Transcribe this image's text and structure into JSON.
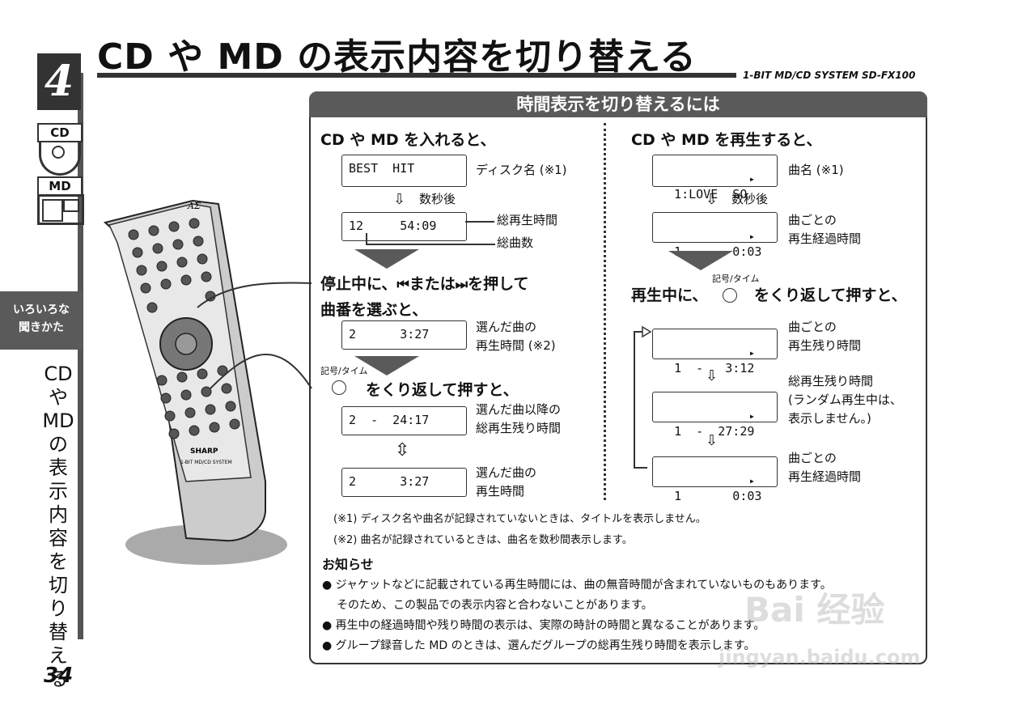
{
  "header": {
    "title": "CD や MD の表示内容を切り替える",
    "model": "1-BIT MD/CD SYSTEM  SD-FX100"
  },
  "sidebar": {
    "chapter": "4",
    "cd_label": "CD",
    "md_label": "MD",
    "section_label_1": "いろいろな",
    "section_label_2": "聞きかた",
    "vertical_title": "CDやMDの表示内容を切り替える",
    "page_number": "34"
  },
  "remote": {
    "logo": "AΣ",
    "brand": "SHARP",
    "system_label": "1-BIT MD/CD SYSTEM"
  },
  "section": {
    "title": "時間表示を切り替えるには"
  },
  "left_col": {
    "heading1": "CD や MD を入れると、",
    "lcd1": "BEST  HIT",
    "lcd1_note": "ディスク名 (※1)",
    "wait": "数秒後",
    "lcd2": "12     54:09",
    "lcd2_note_a": "総再生時間",
    "lcd2_note_b": "総曲数",
    "heading2a_1": "停止中に、",
    "heading2a_2": "または",
    "heading2a_3": "を押して",
    "heading2b": "曲番を選ぶと、",
    "lcd3": "2      3:27",
    "lcd3_note_1": "選んだ曲の",
    "lcd3_note_2": "再生時間 (※2)",
    "button_label": "記号/タイム",
    "heading3": "をくり返して押すと、",
    "lcd4": "2  -  24:17",
    "lcd4_note_1": "選んだ曲以降の",
    "lcd4_note_2": "総再生残り時間",
    "lcd5": "2      3:27",
    "lcd5_note_1": "選んだ曲の",
    "lcd5_note_2": "再生時間"
  },
  "right_col": {
    "heading1": "CD や MD を再生すると、",
    "lcd1": "1:LOVE  SO",
    "lcd1_note": "曲名 (※1)",
    "wait": "数秒後",
    "lcd2": "1       0:03",
    "lcd2_note_1": "曲ごとの",
    "lcd2_note_2": "再生経過時間",
    "heading2_1": "再生中に、",
    "button_label": "記号/タイム",
    "heading2_2": "をくり返して押すと、",
    "lcd3": "1  -   3:12",
    "lcd3_note_1": "曲ごとの",
    "lcd3_note_2": "再生残り時間",
    "lcd4": "1  -  27:29",
    "lcd4_note_1": "総再生残り時間",
    "lcd4_note_2": "(ランダム再生中は、",
    "lcd4_note_3": "表示しません。)",
    "lcd5": "1       0:03",
    "lcd5_note_1": "曲ごとの",
    "lcd5_note_2": "再生経過時間"
  },
  "footnotes": {
    "n1": "(※1) ディスク名や曲名が記録されていないときは、タイトルを表示しません。",
    "n2": "(※2) 曲名が記録されているときは、曲名を数秒間表示します。"
  },
  "notice": {
    "title": "お知らせ",
    "b1_1": "ジャケットなどに記載されている再生時間には、曲の無音時間が含まれていないものもあります。",
    "b1_2": "そのため、この製品での表示内容と合わないことがあります。",
    "b2": "再生中の経過時間や残り時間の表示は、実際の時計の時間と異なることがあります。",
    "b3": "グループ録音した MD のときは、選んだグループの総再生残り時間を表示します。"
  },
  "watermark": {
    "line1": "Bai 经验",
    "line2": "jingyan.baidu.com"
  }
}
